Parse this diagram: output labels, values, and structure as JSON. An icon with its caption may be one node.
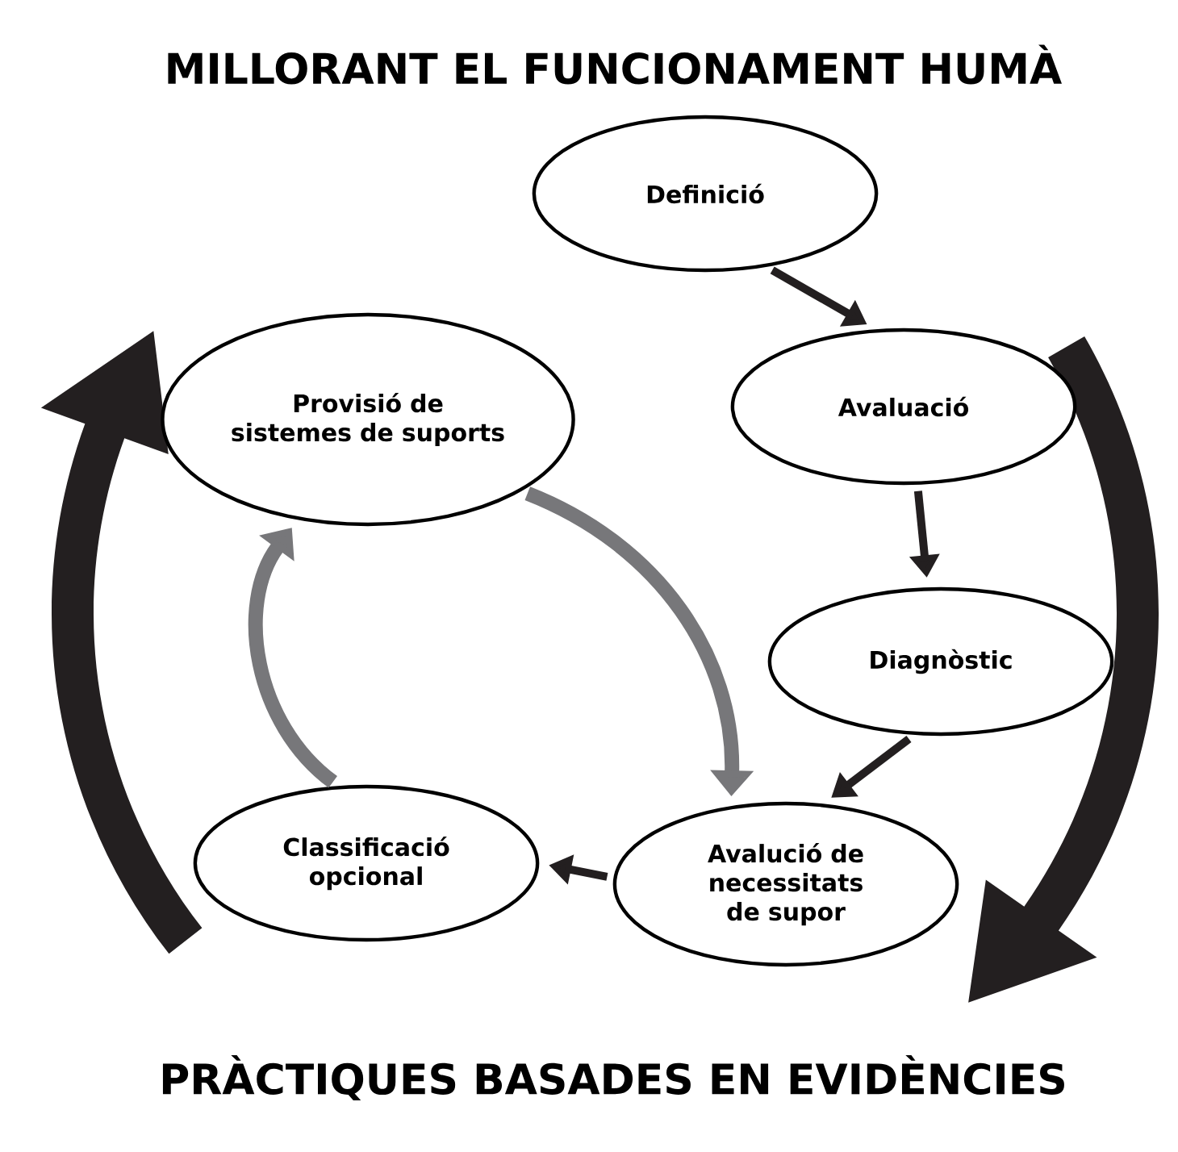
{
  "diagram": {
    "nodes": [
      {
        "text": [
          "Definició"
        ]
      },
      {
        "text": [
          "Avaluació"
        ]
      },
      {
        "text": [
          "Diagnòstic"
        ]
      },
      {
        "text": [
          "Avalució de necessitats de supor"
        ]
      },
      {
        "text": [
          "Classificació opcional"
        ]
      },
      {
        "text": [
          "Provisió de sistemes de suports"
        ]
      }
    ],
    "edges": [
      {
        "from": 0,
        "to": 1,
        "arrow": "to"
      },
      {
        "from": 1,
        "to": 2,
        "arrow": "to"
      },
      {
        "from": 2,
        "to": 3,
        "arrow": "to"
      },
      {
        "from": 3,
        "to": 4,
        "arrow": "to"
      },
      {
        "from": 4,
        "to": 5,
        "arrow": "to",
        "style": "thick",
        "color": "#77777a"
      },
      {
        "from": 5,
        "to": 3,
        "arrow": "to",
        "style": "thick",
        "color": "#77777a"
      }
    ],
    "labels": [
      "MILLORANT EL FUNCIONAMENT HUMÀ",
      "PRÀCTIQUES BASADES EN EVIDÈNCIES"
    ]
  }
}
